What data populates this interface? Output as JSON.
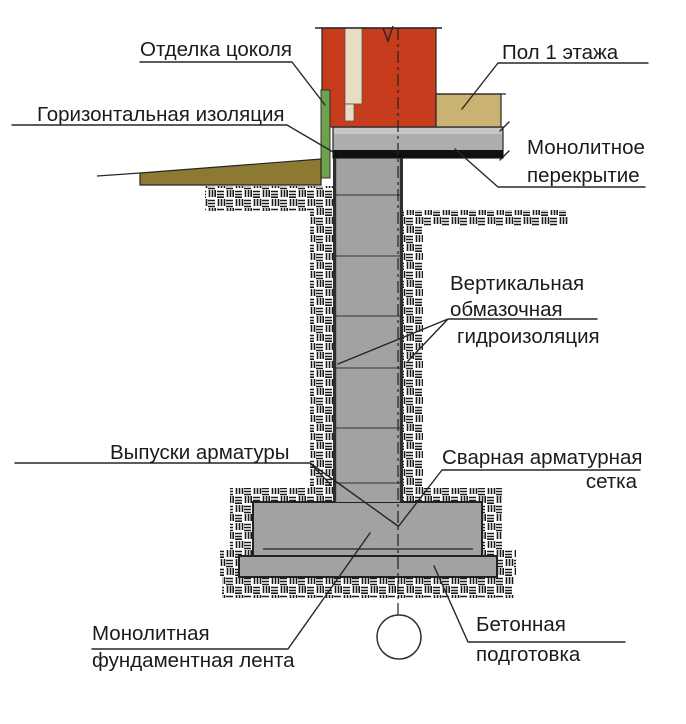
{
  "diagram": {
    "kind": "foundation-cross-section",
    "labels": {
      "plinth_finish": "Отделка цоколя",
      "horizontal_insulation": "Горизонтальная изоляция",
      "first_floor": "Пол 1 этажа",
      "monolithic_slab": [
        "Монолитное",
        "перекрытие"
      ],
      "vertical_waterproofing": [
        "Вертикальная",
        "обмазочная",
        "гидроизоляция"
      ],
      "rebar_outlets": "Выпуски арматуры",
      "welded_mesh": [
        "Сварная арматурная",
        "сетка"
      ],
      "foundation_strip": [
        "Монолитная",
        "фундаментная лента"
      ],
      "concrete_prep": [
        "Бетонная",
        "подготовка"
      ]
    },
    "colors": {
      "brick_red": "#c63c1c",
      "cream": "#e8ddc1",
      "plinth_green": "#6fa24e",
      "floor_khaki": "#c9b272",
      "blind_area_olive": "#8c7932",
      "concrete_gray": "#a2a2a0",
      "slab_gray": "#adadab",
      "slab_top_light": "#c6c6c4",
      "waterproofing_black": "#101010",
      "edge_dark": "#2f2f2f"
    }
  }
}
